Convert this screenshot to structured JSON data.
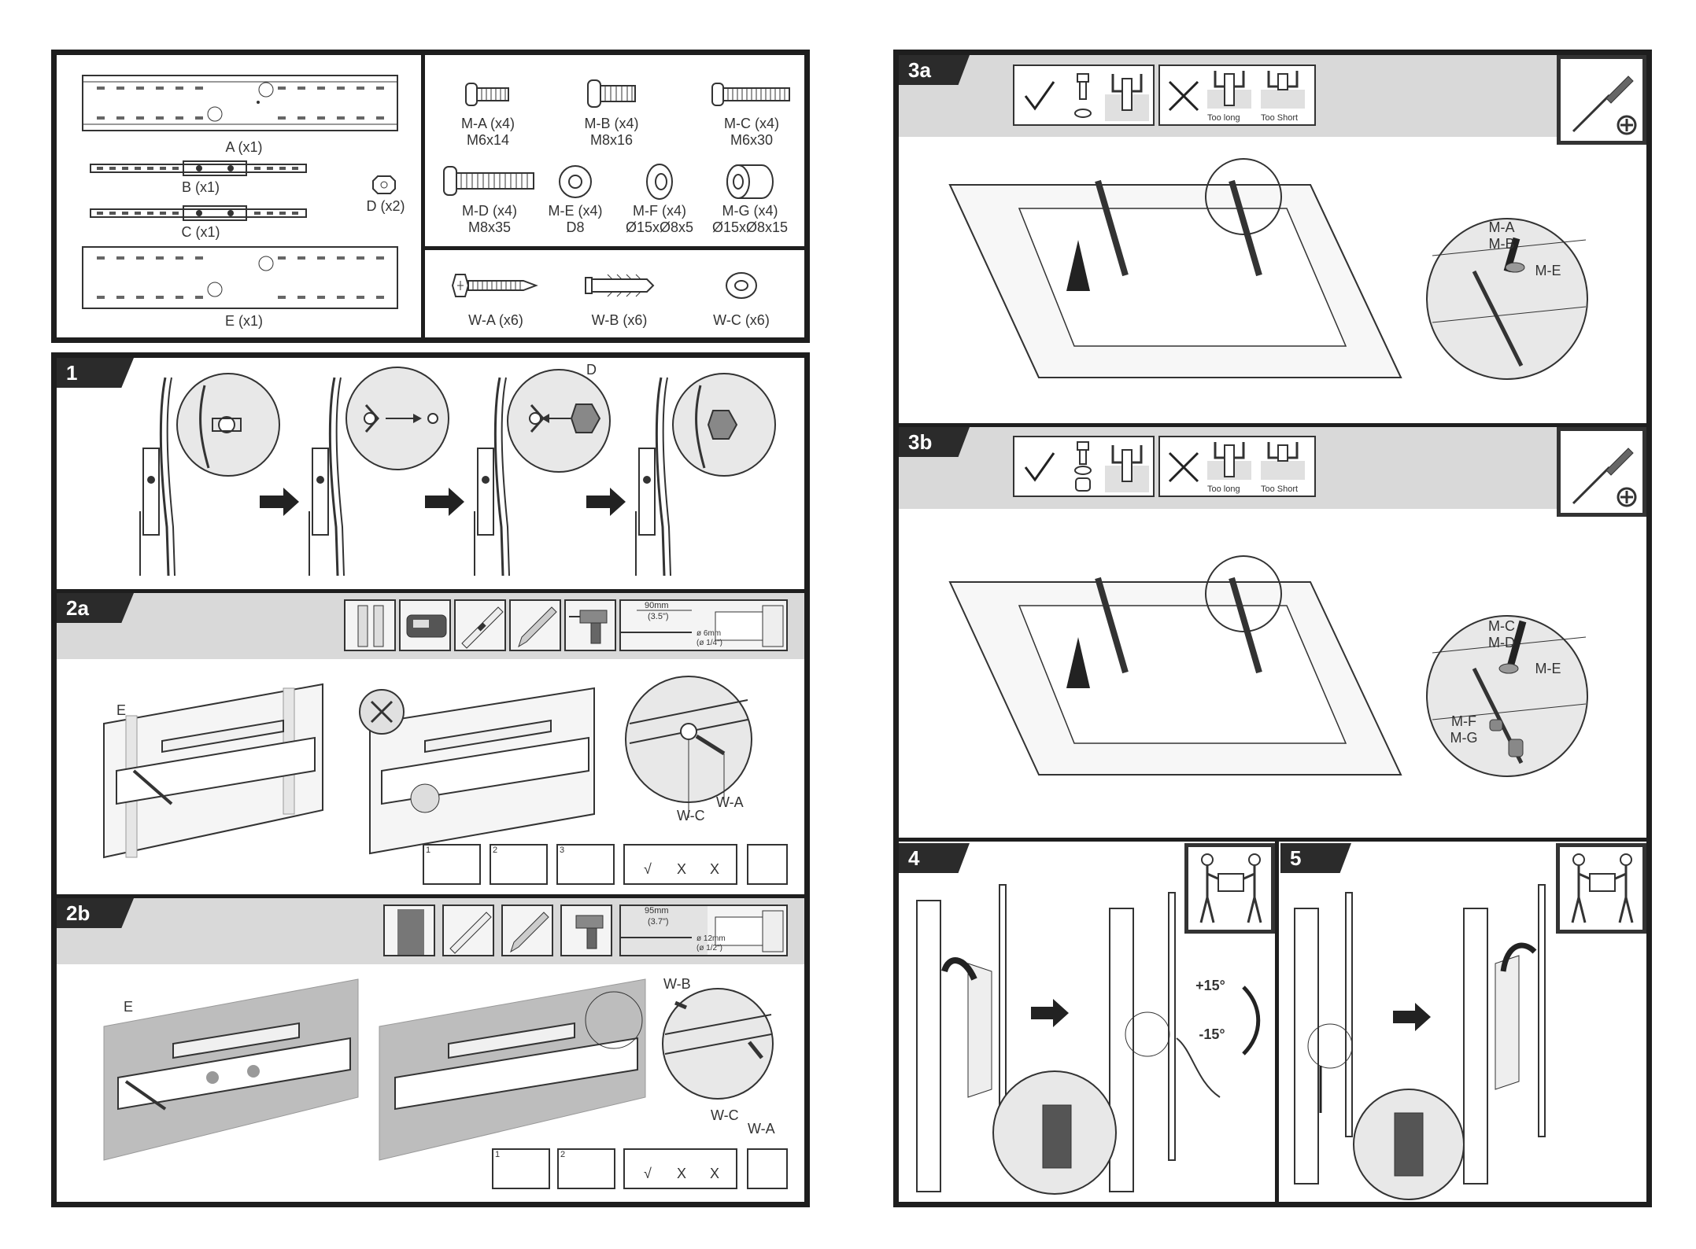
{
  "parts": {
    "plates": [
      "A (x1)",
      "B (x1)",
      "C (x1)",
      "D (x2)",
      "E (x1)"
    ],
    "screws": [
      {
        "name": "M-A (x4)",
        "size": "M6x14",
        "icon": "screw-icon"
      },
      {
        "name": "M-B (x4)",
        "size": "M8x16",
        "icon": "screw-icon"
      },
      {
        "name": "M-C (x4)",
        "size": "M6x30",
        "icon": "screw-icon"
      },
      {
        "name": "M-D (x4)",
        "size": "M8x35",
        "icon": "screw-icon"
      },
      {
        "name": "M-E (x4)",
        "size": "D8",
        "icon": "washer-icon"
      },
      {
        "name": "M-F (x4)",
        "size": "Ø15xØ8x5",
        "icon": "spacer-icon"
      },
      {
        "name": "M-G (x4)",
        "size": "Ø15xØ8x15",
        "icon": "spacer-icon"
      }
    ],
    "wall_hardware": [
      {
        "name": "W-A (x6)",
        "icon": "lag-bolt-icon"
      },
      {
        "name": "W-B (x6)",
        "icon": "anchor-icon"
      },
      {
        "name": "W-C (x6)",
        "icon": "washer-icon"
      }
    ]
  },
  "steps": {
    "s1": {
      "tag": "1",
      "callout": "D"
    },
    "s2a": {
      "tag": "2a",
      "label_e": "E",
      "label_wc": "W-C",
      "label_wa": "W-A",
      "dim1": "90mm",
      "dim2": "(3.5\")",
      "drill1": "ø 6mm",
      "drill2": "(ø 1/4\")",
      "sub": [
        "1",
        "2",
        "3"
      ],
      "marks": [
        "√",
        "X",
        "X"
      ]
    },
    "s2b": {
      "tag": "2b",
      "label_e": "E",
      "label_wb": "W-B",
      "label_wc": "W-C",
      "label_wa": "W-A",
      "dim1": "95mm",
      "dim2": "(3.7\")",
      "drill1": "ø 12mm",
      "drill2": "(ø 1/2\")",
      "sub": [
        "1",
        "2"
      ],
      "marks": [
        "√",
        "X",
        "X"
      ]
    },
    "s3a": {
      "tag": "3a",
      "too_long": "Too long",
      "too_short": "Too Short",
      "callout": [
        "M-A",
        "M-B",
        "M-E"
      ]
    },
    "s3b": {
      "tag": "3b",
      "too_long": "Too long",
      "too_short": "Too Short",
      "callout": [
        "M-C",
        "M-D",
        "M-E",
        "M-F",
        "M-G"
      ]
    },
    "s4": {
      "tag": "4",
      "tilt_up": "+15°",
      "tilt_down": "-15°"
    },
    "s5": {
      "tag": "5"
    }
  },
  "colors": {
    "frame": "#1e1e1e",
    "band": "#d9d9d9",
    "wall": "#bdbdbd"
  }
}
